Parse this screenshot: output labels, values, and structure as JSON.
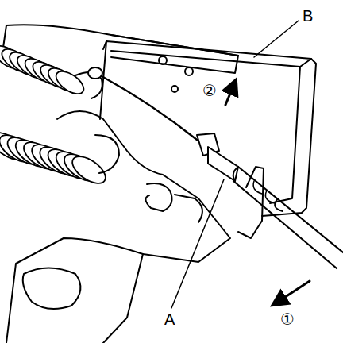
{
  "diagram": {
    "labels": [
      "B",
      "②",
      "A",
      "①"
    ]
  }
}
